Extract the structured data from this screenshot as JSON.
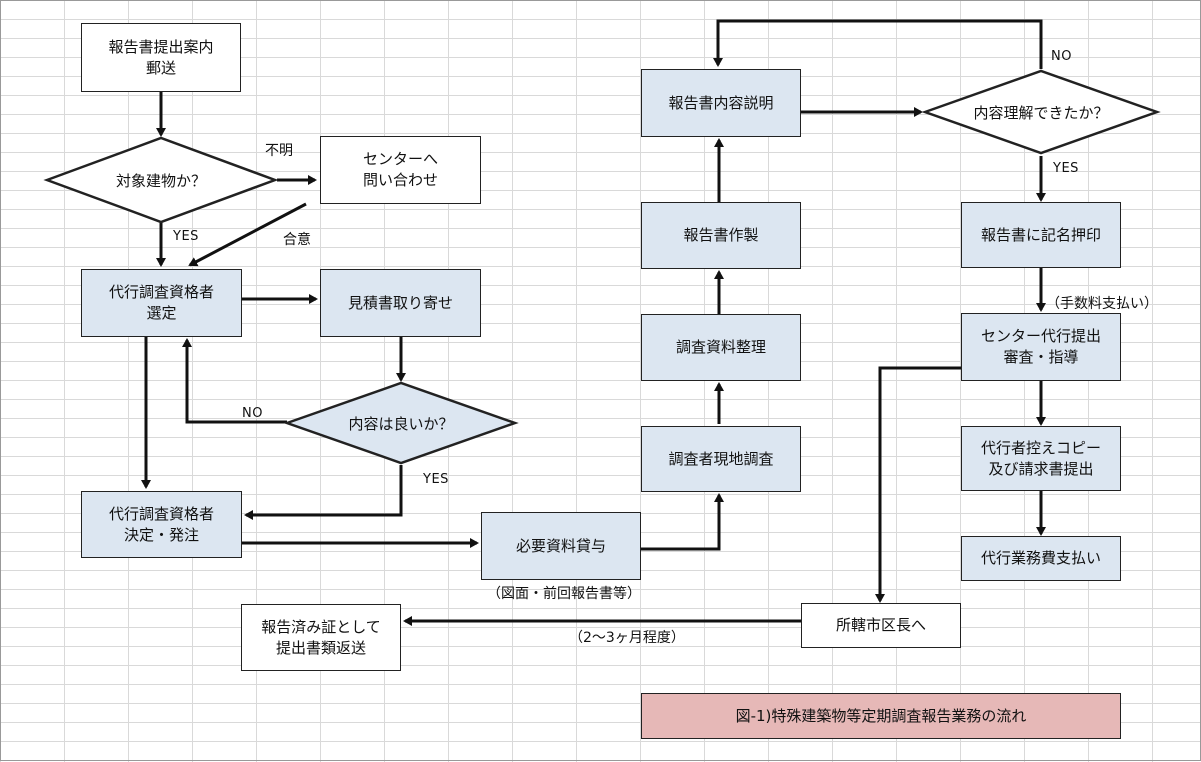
{
  "nodes": {
    "report_notice": "報告書提出案内\n郵送",
    "is_target": "対象建物か？",
    "center_inquiry": "センターへ\n問い合わせ",
    "agent_select": "代行調査資格者\n選定",
    "estimate": "見積書取り寄せ",
    "content_ok": "内容は良いか？",
    "agent_decide": "代行調査資格者\n決定・発注",
    "materials_lend": "必要資料貸与",
    "site_survey": "調査者現地調査",
    "organize": "調査資料整理",
    "report_make": "報告書作製",
    "report_explain": "報告書内容説明",
    "understood": "内容理解できたか？",
    "sign_seal": "報告書に記名押印",
    "center_submit": "センター代行提出\n審査・指導",
    "copy_invoice": "代行者控えコピー\n及び請求書提出",
    "fee_pay": "代行業務費支払い",
    "to_mayor": "所轄市区長へ",
    "return_docs": "報告済み証として\n提出書類返送"
  },
  "labels": {
    "unknown": "不明",
    "yes1": "YES",
    "agree": "合意",
    "no1": "NO",
    "yes2": "YES",
    "materials_note": "（図面・前回報告書等）",
    "duration": "（2～3ヶ月程度）",
    "no2": "NO",
    "yes3": "YES",
    "fee": "（手数料支払い）"
  },
  "caption": "図-1)特殊建築物等定期調査報告業務の流れ",
  "colors": {
    "process_fill": "#dce6f1",
    "start_fill": "#ffffff",
    "caption_fill": "#e6b8b7",
    "line": "#111111"
  }
}
